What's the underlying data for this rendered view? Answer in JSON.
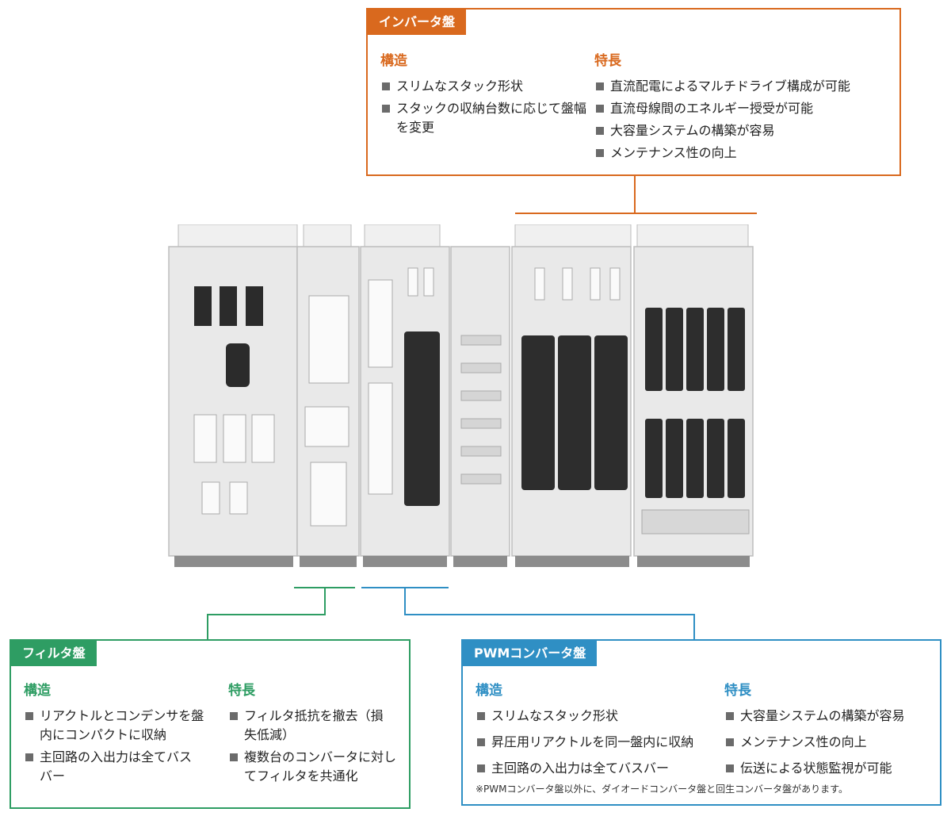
{
  "colors": {
    "orange": "#d9691e",
    "green": "#2e9d63",
    "blue": "#2f8fc4"
  },
  "inverter": {
    "tag": "インバータ盤",
    "structure_head": "構造",
    "structure": [
      "スリムなスタック形状",
      "スタックの収納台数に応じて盤幅を変更"
    ],
    "features_head": "特長",
    "features": [
      "直流配電によるマルチドライブ構成が可能",
      "直流母線間のエネルギー授受が可能",
      "大容量システムの構築が容易",
      "メンテナンス性の向上"
    ]
  },
  "filter": {
    "tag": "フィルタ盤",
    "structure_head": "構造",
    "structure": [
      "リアクトルとコンデンサを盤内にコンパクトに収納",
      "主回路の入出力は全てバスバー"
    ],
    "features_head": "特長",
    "features": [
      "フィルタ抵抗を撤去（損失低減）",
      "複数台のコンバータに対してフィルタを共通化"
    ]
  },
  "pwm": {
    "tag": "PWMコンバータ盤",
    "structure_head": "構造",
    "structure": [
      "スリムなスタック形状",
      "昇圧用リアクトルを同一盤内に収納",
      "主回路の入出力は全てバスバー"
    ],
    "features_head": "特長",
    "features": [
      "大容量システムの構築が容易",
      "メンテナンス性の向上",
      "伝送による状態監視が可能"
    ],
    "note": "※PWMコンバータ盤以外に、ダイオードコンバータ盤と回生コンバータ盤があります。"
  }
}
